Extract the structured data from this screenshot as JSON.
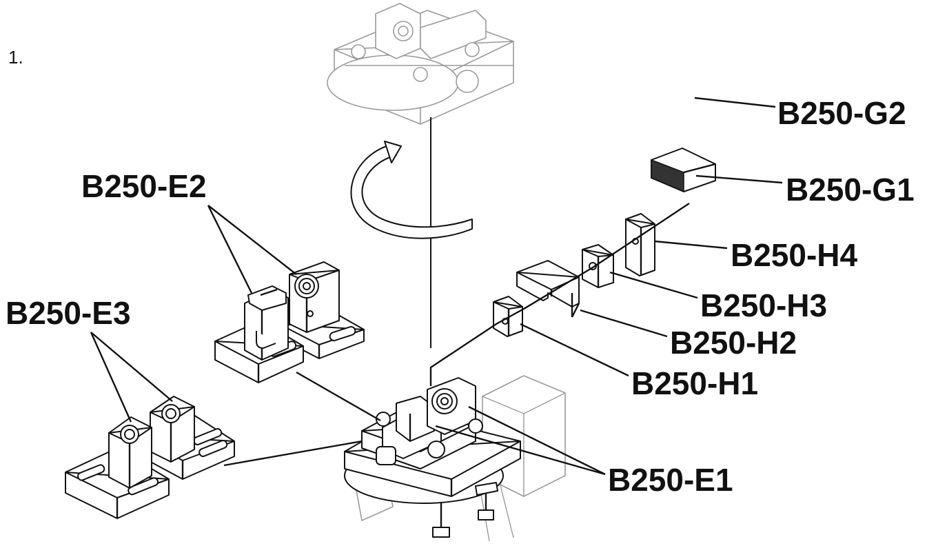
{
  "step_number": "1.",
  "labels": {
    "g2": "B250-G2",
    "g1": "B250-G1",
    "h4": "B250-H4",
    "h3": "B250-H3",
    "h2": "B250-H2",
    "h1": "B250-H1",
    "e1": "B250-E1",
    "e2": "B250-E2",
    "e3": "B250-E3"
  }
}
